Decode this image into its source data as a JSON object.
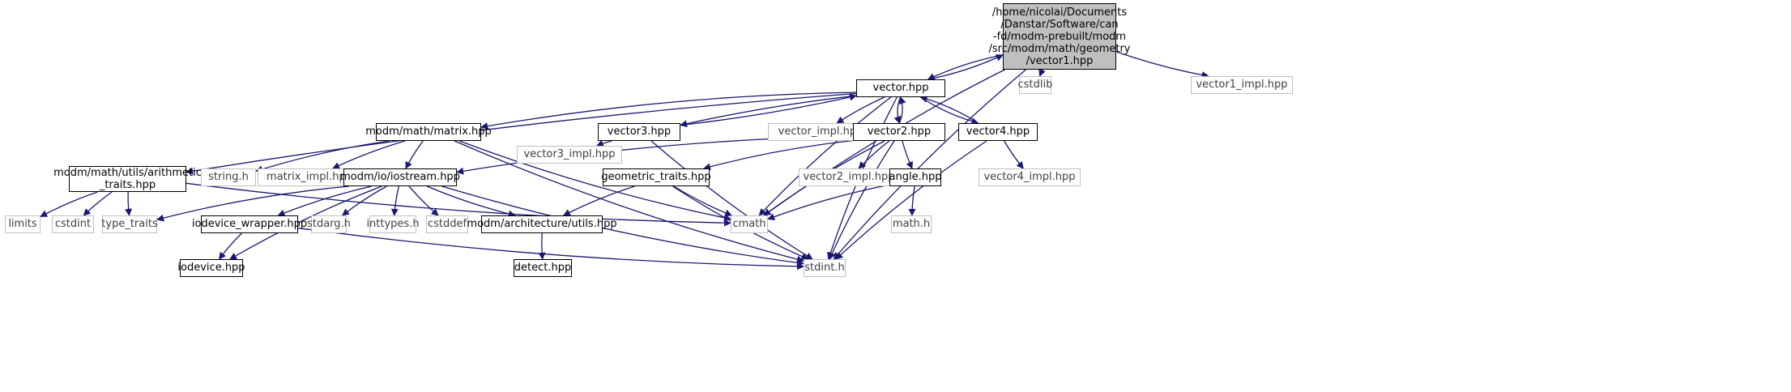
{
  "graph": {
    "edge_color": "#191970",
    "nodes": [
      {
        "id": "vector1",
        "label": "/home/nicolai/Documents\n/Danstar/Software/can\n-fd/modm-prebuilt/modm\n/src/modm/math/geometry\n/vector1.hpp",
        "kind": "root"
      },
      {
        "id": "cstdlib",
        "label": "cstdlib",
        "kind": "external"
      },
      {
        "id": "vector1_impl",
        "label": "vector1_impl.hpp",
        "kind": "external"
      },
      {
        "id": "vector",
        "label": "vector.hpp",
        "kind": "file"
      },
      {
        "id": "matrix",
        "label": "modm/math/matrix.hpp",
        "kind": "file"
      },
      {
        "id": "vector3",
        "label": "vector3.hpp",
        "kind": "file"
      },
      {
        "id": "vector_impl",
        "label": "vector_impl.hpp",
        "kind": "external"
      },
      {
        "id": "vector2",
        "label": "vector2.hpp",
        "kind": "file"
      },
      {
        "id": "vector4",
        "label": "vector4.hpp",
        "kind": "file"
      },
      {
        "id": "arith",
        "label": "modm/math/utils/arithmetic\n_traits.hpp",
        "kind": "file"
      },
      {
        "id": "string_h",
        "label": "string.h",
        "kind": "external"
      },
      {
        "id": "matrix_impl",
        "label": "matrix_impl.hpp",
        "kind": "external"
      },
      {
        "id": "iostream",
        "label": "modm/io/iostream.hpp",
        "kind": "file"
      },
      {
        "id": "vector3_impl",
        "label": "vector3_impl.hpp",
        "kind": "external"
      },
      {
        "id": "geom_traits",
        "label": "geometric_traits.hpp",
        "kind": "file"
      },
      {
        "id": "vector2_impl",
        "label": "vector2_impl.hpp",
        "kind": "external"
      },
      {
        "id": "angle",
        "label": "angle.hpp",
        "kind": "file"
      },
      {
        "id": "vector4_impl",
        "label": "vector4_impl.hpp",
        "kind": "external"
      },
      {
        "id": "limits",
        "label": "limits",
        "kind": "external"
      },
      {
        "id": "cstdint",
        "label": "cstdint",
        "kind": "external"
      },
      {
        "id": "type_traits",
        "label": "type_traits",
        "kind": "external"
      },
      {
        "id": "iodev_wrapper",
        "label": "iodevice_wrapper.hpp",
        "kind": "file"
      },
      {
        "id": "stdarg",
        "label": "stdarg.h",
        "kind": "external"
      },
      {
        "id": "inttypes",
        "label": "inttypes.h",
        "kind": "external"
      },
      {
        "id": "cstddef",
        "label": "cstddef",
        "kind": "external"
      },
      {
        "id": "arch_utils",
        "label": "modm/architecture/utils.hpp",
        "kind": "file"
      },
      {
        "id": "cmath",
        "label": "cmath",
        "kind": "external"
      },
      {
        "id": "math_h",
        "label": "math.h",
        "kind": "external"
      },
      {
        "id": "iodevice",
        "label": "iodevice.hpp",
        "kind": "file"
      },
      {
        "id": "detect",
        "label": "detect.hpp",
        "kind": "file"
      },
      {
        "id": "stdint",
        "label": "stdint.h",
        "kind": "external"
      }
    ],
    "edges": [
      [
        "vector1",
        "cstdlib"
      ],
      [
        "vector1",
        "vector1_impl"
      ],
      [
        "vector1",
        "vector"
      ],
      [
        "vector1",
        "cmath"
      ],
      [
        "vector1",
        "stdint"
      ],
      [
        "vector",
        "vector1"
      ],
      [
        "vector",
        "matrix"
      ],
      [
        "vector",
        "vector3"
      ],
      [
        "vector",
        "vector_impl"
      ],
      [
        "vector",
        "vector2"
      ],
      [
        "vector",
        "vector4"
      ],
      [
        "vector",
        "arith"
      ],
      [
        "vector",
        "cmath"
      ],
      [
        "vector",
        "stdint"
      ],
      [
        "vector3",
        "vector"
      ],
      [
        "vector2",
        "vector"
      ],
      [
        "vector4",
        "vector"
      ],
      [
        "matrix",
        "string_h"
      ],
      [
        "matrix",
        "matrix_impl"
      ],
      [
        "matrix",
        "iostream"
      ],
      [
        "matrix",
        "cmath"
      ],
      [
        "matrix",
        "stdint"
      ],
      [
        "vector3",
        "vector3_impl"
      ],
      [
        "vector3",
        "stdint"
      ],
      [
        "vector2",
        "iostream"
      ],
      [
        "vector2",
        "geom_traits"
      ],
      [
        "vector2",
        "vector2_impl"
      ],
      [
        "vector2",
        "angle"
      ],
      [
        "vector2",
        "cmath"
      ],
      [
        "vector2",
        "stdint"
      ],
      [
        "vector4",
        "vector4_impl"
      ],
      [
        "vector4",
        "stdint"
      ],
      [
        "arith",
        "limits"
      ],
      [
        "arith",
        "cstdint"
      ],
      [
        "arith",
        "type_traits"
      ],
      [
        "arith",
        "cmath"
      ],
      [
        "iostream",
        "type_traits"
      ],
      [
        "iostream",
        "iodev_wrapper"
      ],
      [
        "iostream",
        "stdarg"
      ],
      [
        "iostream",
        "inttypes"
      ],
      [
        "iostream",
        "cstddef"
      ],
      [
        "iostream",
        "arch_utils"
      ],
      [
        "iostream",
        "iodevice"
      ],
      [
        "iostream",
        "stdint"
      ],
      [
        "geom_traits",
        "arch_utils"
      ],
      [
        "geom_traits",
        "cmath"
      ],
      [
        "geom_traits",
        "stdint"
      ],
      [
        "angle",
        "math_h"
      ],
      [
        "angle",
        "cmath"
      ],
      [
        "iodev_wrapper",
        "iodevice"
      ],
      [
        "iodev_wrapper",
        "stdint"
      ],
      [
        "arch_utils",
        "detect"
      ]
    ]
  }
}
